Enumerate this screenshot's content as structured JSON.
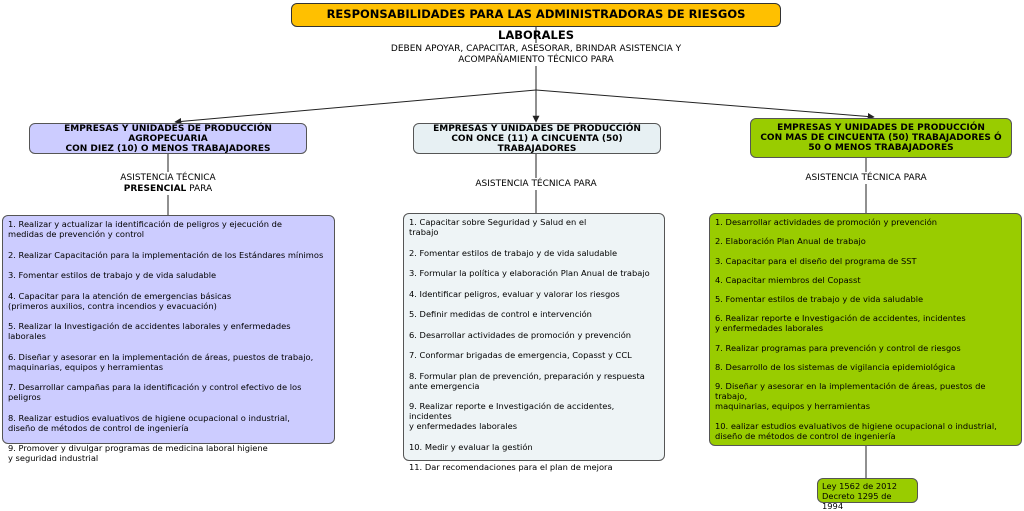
{
  "title": "RESPONSABILIDADES PARA LAS ADMINISTRADORAS DE RIESGOS LABORALES",
  "main_link": "DEBEN APOYAR, CAPACITAR, ASESORAR, BRINDAR ASISTENCIA Y\nACOMPAÑAMIENTO TÉCNICO PARA",
  "branches": [
    {
      "header": "EMPRESAS Y UNIDADES DE PRODUCCIÓN AGROPECUARIA\nCON DIEZ (10) O MENOS TRABAJADORES",
      "link_prefix": "ASISTENCIA TÉCNICA",
      "link_bold": "PRESENCIAL",
      "link_suffix": " PARA",
      "items": [
        "1. Realizar y actualizar la identificación de peligros y ejecución de\n medidas de prevención y control",
        "2. Realizar Capacitación para la implementación de los Estándares mínimos",
        "3. Fomentar estilos de trabajo y de vida saludable",
        "4. Capacitar para la atención de emergencias básicas\n (primeros auxilios, contra incendios y evacuación)",
        "5. Realizar la Investigación de accidentes laborales y enfermedades laborales",
        "6. Diseñar y asesorar en la implementación de áreas, puestos de trabajo,\n maquinarias, equipos y herramientas",
        "7. Desarrollar campañas para la identificación y control efectivo de los peligros",
        "8. Realizar estudios evaluativos de higiene ocupacional o industrial,\ndiseño de métodos de control de ingeniería",
        "9. Promover y divulgar programas de medicina laboral higiene\ny seguridad industrial"
      ]
    },
    {
      "header": "EMPRESAS Y UNIDADES DE PRODUCCIÓN\nCON ONCE (11) A CINCUENTA (50) TRABAJADORES",
      "link": "ASISTENCIA TÉCNICA PARA",
      "items": [
        "1. Capacitar sobre Seguridad y Salud en el\ntrabajo",
        "2. Fomentar estilos de trabajo y de vida saludable",
        "3. Formular la política y elaboración Plan Anual de trabajo",
        "4. Identificar peligros, evaluar y valorar los riesgos",
        "5. Definir medidas de control e intervención",
        "6. Desarrollar actividades de promoción y prevención",
        "7. Conformar brigadas de emergencia, Copasst y CCL",
        "8. Formular plan de prevención, preparación y respuesta\nante emergencia",
        "9. Realizar reporte e Investigación de accidentes, incidentes\n y enfermedades laborales",
        "10. Medir y evaluar la gestión",
        "11. Dar recomendaciones para el plan de mejora"
      ]
    },
    {
      "header": "EMPRESAS Y UNIDADES DE PRODUCCIÓN\nCON MAS DE CINCUENTA (50) TRABAJADORES Ó\n50 O MENOS TRABAJADORES",
      "link": "ASISTENCIA TÉCNICA PARA",
      "items": [
        "1. Desarrollar actividades de promoción y prevención",
        "2. Elaboración Plan Anual de trabajo",
        "3. Capacitar para el diseño del programa de SST",
        "4. Capacitar miembros del Copasst",
        "5. Fomentar estilos de trabajo y de vida saludable",
        "6. Realizar reporte e Investigación de accidentes, incidentes\n y enfermedades laborales",
        "7. Realizar programas para prevención y control de riesgos",
        "8. Desarrollo de los sistemas de vigilancia epidemiológica",
        "9. Diseñar y asesorar en la implementación de áreas, puestos de trabajo,\n maquinarias, equipos y herramientas",
        "10. ealizar estudios evaluativos de higiene ocupacional o industrial,\ndiseño de métodos de control de ingeniería"
      ],
      "footer": "Ley 1562 de 2012\nDecreto 1295 de 1994"
    }
  ],
  "colors": {
    "title_bg": "#ffc000",
    "branch1_bg": "#ccccff",
    "branch2_bg": "#eef4f6",
    "branch3_bg": "#99cc00"
  }
}
